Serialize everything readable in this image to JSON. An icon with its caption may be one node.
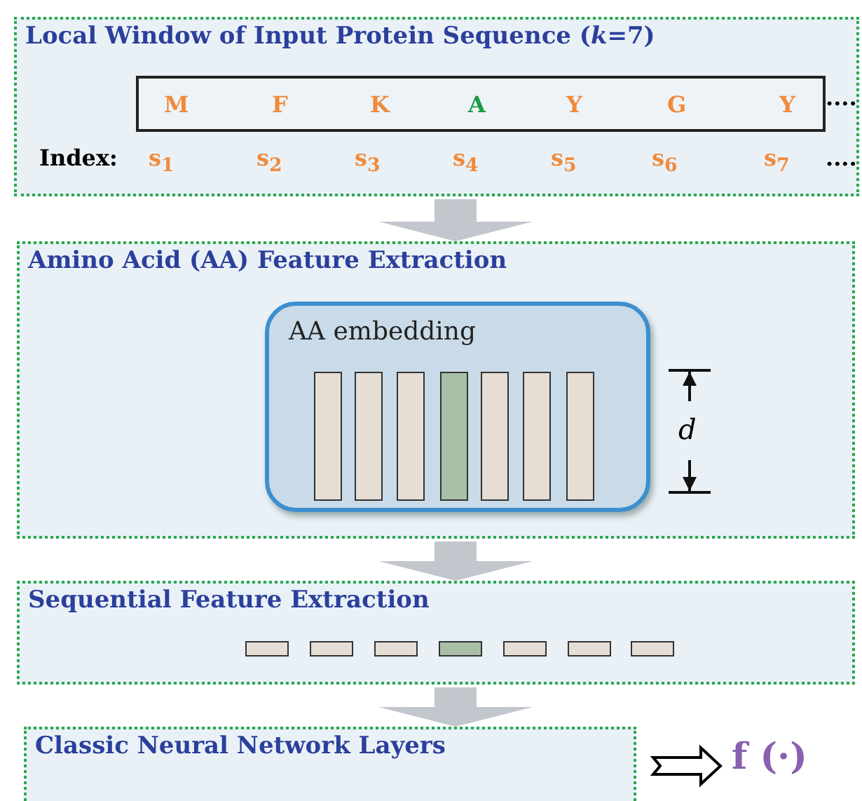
{
  "diagram": {
    "nodes": [
      {
        "text": [
          "Local Window of Input Protein Sequence (*k*=7)"
        ]
      },
      {
        "text": [
          "M",
          "F",
          "K",
          "A",
          "Y",
          "G",
          "Y"
        ],
        "in": 0
      },
      {
        "text": [
          "Amino Acid (AA) Feature Extraction"
        ]
      },
      {
        "text": [
          "AA embedding"
        ],
        "in": 2
      },
      {
        "text": [],
        "shape": "bar",
        "in": 3
      },
      {
        "text": [],
        "shape": "bar",
        "in": 3
      },
      {
        "text": [],
        "shape": "bar",
        "in": 3
      },
      {
        "text": [],
        "shape": "bar",
        "in": 3
      },
      {
        "text": [],
        "shape": "bar",
        "in": 3
      },
      {
        "text": [],
        "shape": "bar",
        "in": 3
      },
      {
        "text": [],
        "shape": "bar",
        "in": 3
      },
      {
        "text": [
          "Sequential Feature Extraction"
        ]
      },
      {
        "text": [],
        "shape": "bar",
        "in": 11
      },
      {
        "text": [],
        "shape": "bar",
        "in": 11
      },
      {
        "text": [],
        "shape": "bar",
        "in": 11
      },
      {
        "text": [],
        "shape": "bar",
        "in": 11
      },
      {
        "text": [],
        "shape": "bar",
        "in": 11
      },
      {
        "text": [],
        "shape": "bar",
        "in": 11
      },
      {
        "text": [],
        "shape": "bar",
        "in": 11
      },
      {
        "text": [
          "Classic Neural Network Layers"
        ]
      },
      {
        "text": [
          "f (·)"
        ]
      }
    ],
    "edges": [
      {
        "from": 0,
        "to": 2,
        "arrow": "to",
        "style": "thick"
      },
      {
        "from": 2,
        "to": 11,
        "arrow": "to",
        "style": "thick"
      },
      {
        "from": 11,
        "to": 19,
        "arrow": "to",
        "style": "thick"
      },
      {
        "from": 19,
        "to": 20,
        "arrow": "to",
        "color": "#000000"
      }
    ],
    "labels": [
      "....",
      "Index:",
      "s$_{1}$",
      "s$_{2}$",
      "s$_{3}$",
      "s$_{4}$",
      "s$_{5}$",
      "s$_{6}$",
      "s$_{7}$",
      "....",
      "d"
    ]
  }
}
